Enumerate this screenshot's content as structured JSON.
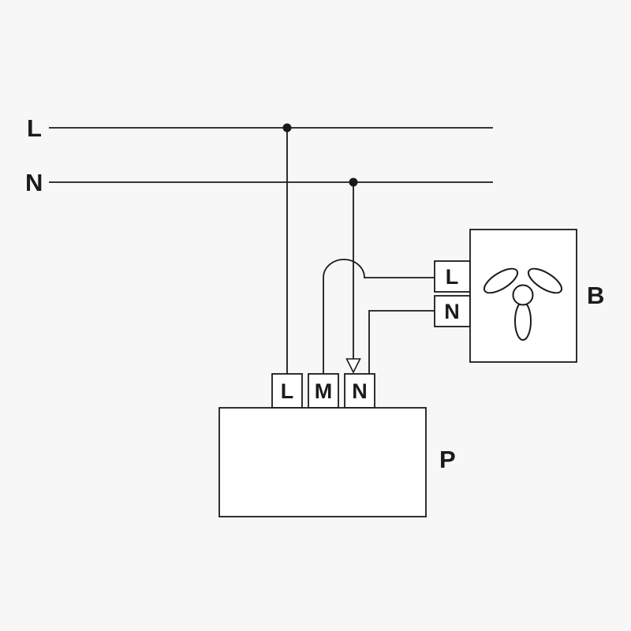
{
  "diagram": {
    "title": "fan-controller-wiring-diagram",
    "colors": {
      "background": "#f7f7f7",
      "line": "#1a1a1a",
      "box_fill": "#ffffff"
    },
    "supply": {
      "live_label": "L",
      "neutral_label": "N"
    },
    "controller": {
      "label": "P",
      "terminals": [
        {
          "label": "L"
        },
        {
          "label": "M"
        },
        {
          "label": "N"
        }
      ]
    },
    "fan": {
      "label": "B",
      "icon": "fan-propeller-icon",
      "terminals": [
        {
          "label": "L"
        },
        {
          "label": "N"
        }
      ]
    }
  }
}
